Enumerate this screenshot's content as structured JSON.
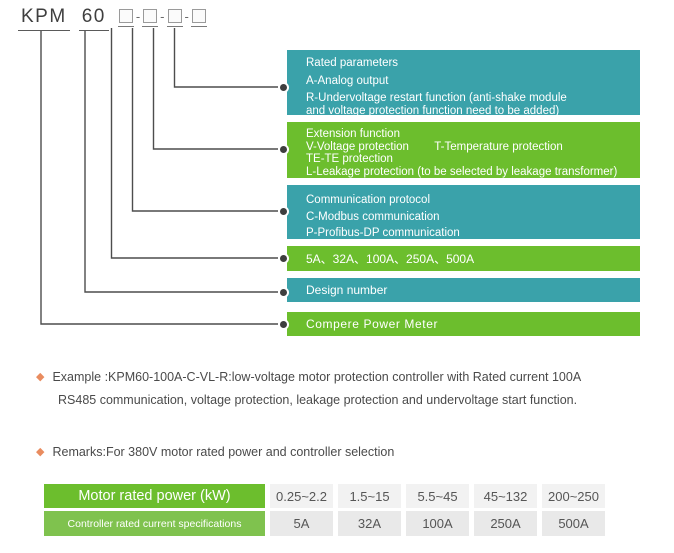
{
  "model": {
    "prefix": "KPM",
    "design_code": "60",
    "separator": "-"
  },
  "callouts": [
    {
      "name": "rated-parameters",
      "color": "teal",
      "lines": [
        "Rated parameters",
        "A-Analog output",
        "R-Undervoltage restart function (anti-shake module",
        "and voltage protection function need to be added)"
      ]
    },
    {
      "name": "extension-function",
      "color": "green",
      "lines": [
        "Extension function",
        "V-Voltage protection        T-Temperature protection",
        "TE-TE protection",
        "L-Leakage protection (to be selected by leakage transformer)"
      ]
    },
    {
      "name": "communication-protocol",
      "color": "teal",
      "lines": [
        "Communication protocol",
        "C-Modbus communication",
        "P-Profibus-DP communication"
      ]
    },
    {
      "name": "rated-current",
      "color": "green",
      "lines": [
        "5A、32A、100A、250A、500A"
      ]
    },
    {
      "name": "design-number",
      "color": "teal",
      "lines": [
        "Design number"
      ]
    },
    {
      "name": "product-family",
      "color": "green",
      "lines": [
        "Compere  Power  Meter"
      ]
    }
  ],
  "example": {
    "bullet": "◆",
    "line1": "Example :KPM60-100A-C-VL-R:low-voltage motor protection controller with Rated current 100A",
    "line2": "RS485 communication, voltage protection, leakage protection and undervoltage start function."
  },
  "remarks": {
    "bullet": "◆",
    "text": "Remarks:For 380V motor rated power and controller selection"
  },
  "table": {
    "rows": [
      {
        "header": "Motor rated power (kW)",
        "cells": [
          "0.25~2.2",
          "1.5~15",
          "5.5~45",
          "45~132",
          "200~250"
        ]
      },
      {
        "header": "Controller rated current specifications",
        "cells": [
          "5A",
          "32A",
          "100A",
          "250A",
          "500A"
        ]
      }
    ]
  },
  "colors": {
    "teal": "#3aa2aa",
    "green": "#6cbe2d",
    "light_header_green": "#7fc24e",
    "row1_cell_gray": "#f2f2f2",
    "row2_cell_gray": "#e9e9e9",
    "bullet_orange": "#e98c5f",
    "wire": "#4d4d4d"
  }
}
